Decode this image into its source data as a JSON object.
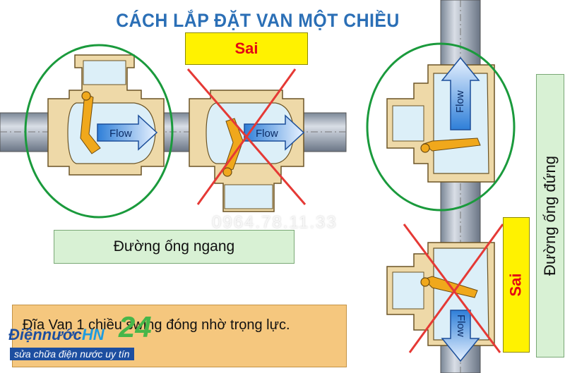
{
  "title": "CÁCH LẮP ĐẶT VAN MỘT CHIỀU",
  "wrong_label_top": "Sai",
  "wrong_label_right": "Sai",
  "flow_labels": [
    "Flow",
    "Flow",
    "Flow",
    "Flow"
  ],
  "horizontal_label": "Đường ống ngang",
  "vertical_label": "Đường ống đứng",
  "note": "Đĩa Van 1 chiều swing đóng nhờ trọng lực.",
  "watermark": "0964.78.11.33",
  "logo": {
    "name": "Điệnnước",
    "name_suffix": "HN",
    "badge": "24",
    "slogan": "sửa chữa điện nước uy tín"
  },
  "colors": {
    "title": "#2b6fb6",
    "wrong_box": "#fff200",
    "wrong_text": "#e30613",
    "label_box": "#d8f1d4",
    "note_box": "#f5c77e",
    "correct_circle": "#1a9a3c",
    "cross": "#e53935"
  }
}
